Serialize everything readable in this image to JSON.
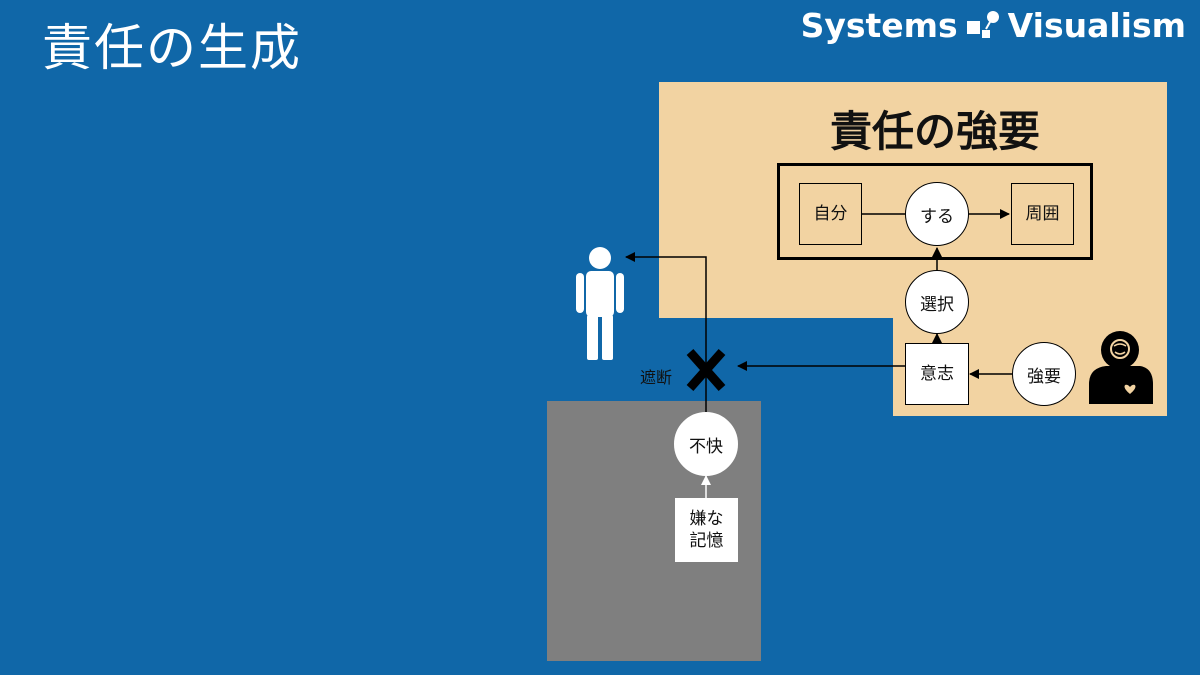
{
  "slide": {
    "title": "責任の生成"
  },
  "brand": {
    "left_text": "Systems",
    "right_text": "Visualism",
    "logo_icon": "systems-visualism-logo-icon"
  },
  "panel": {
    "title": "責任の強要",
    "color": "#f2d3a2"
  },
  "nodes": {
    "self": "自分",
    "do": "する",
    "surroundings": "周囲",
    "choice": "選択",
    "will": "意志",
    "coercion": "強要",
    "discomfort": "不快",
    "bad_memory_line1": "嫌な",
    "bad_memory_line2": "記憶"
  },
  "labels": {
    "block": "遮断"
  },
  "icons": [
    "person-icon",
    "block-x-icon",
    "head-brain-heart-icon"
  ],
  "colors": {
    "background": "#1067a8",
    "gray_area": "#7f7f7f",
    "white": "#ffffff"
  }
}
